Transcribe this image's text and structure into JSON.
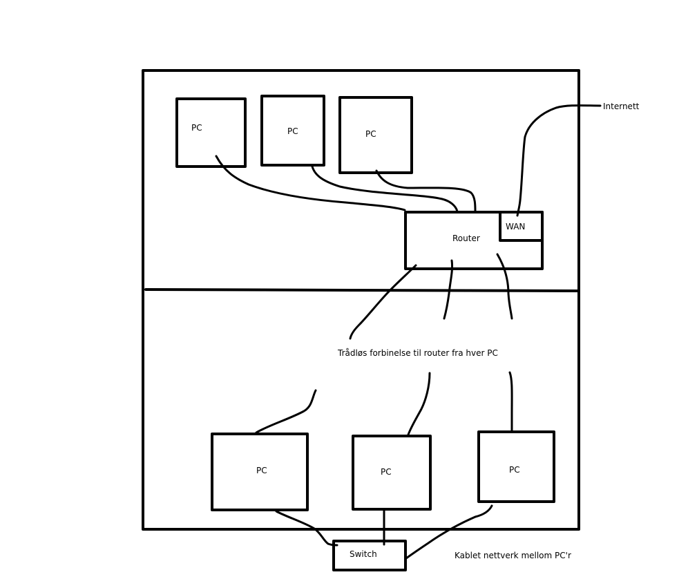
{
  "labels": {
    "internet": "Internett",
    "router": "Router",
    "wan": "WAN",
    "pc": "PC",
    "switch": "Switch",
    "wireless_note": "Trådløs forbinelse til router fra hver PC",
    "wired_note": "Kablet nettverk mellom PC'r"
  },
  "colors": {
    "stroke": "#000000",
    "background": "#ffffff"
  }
}
